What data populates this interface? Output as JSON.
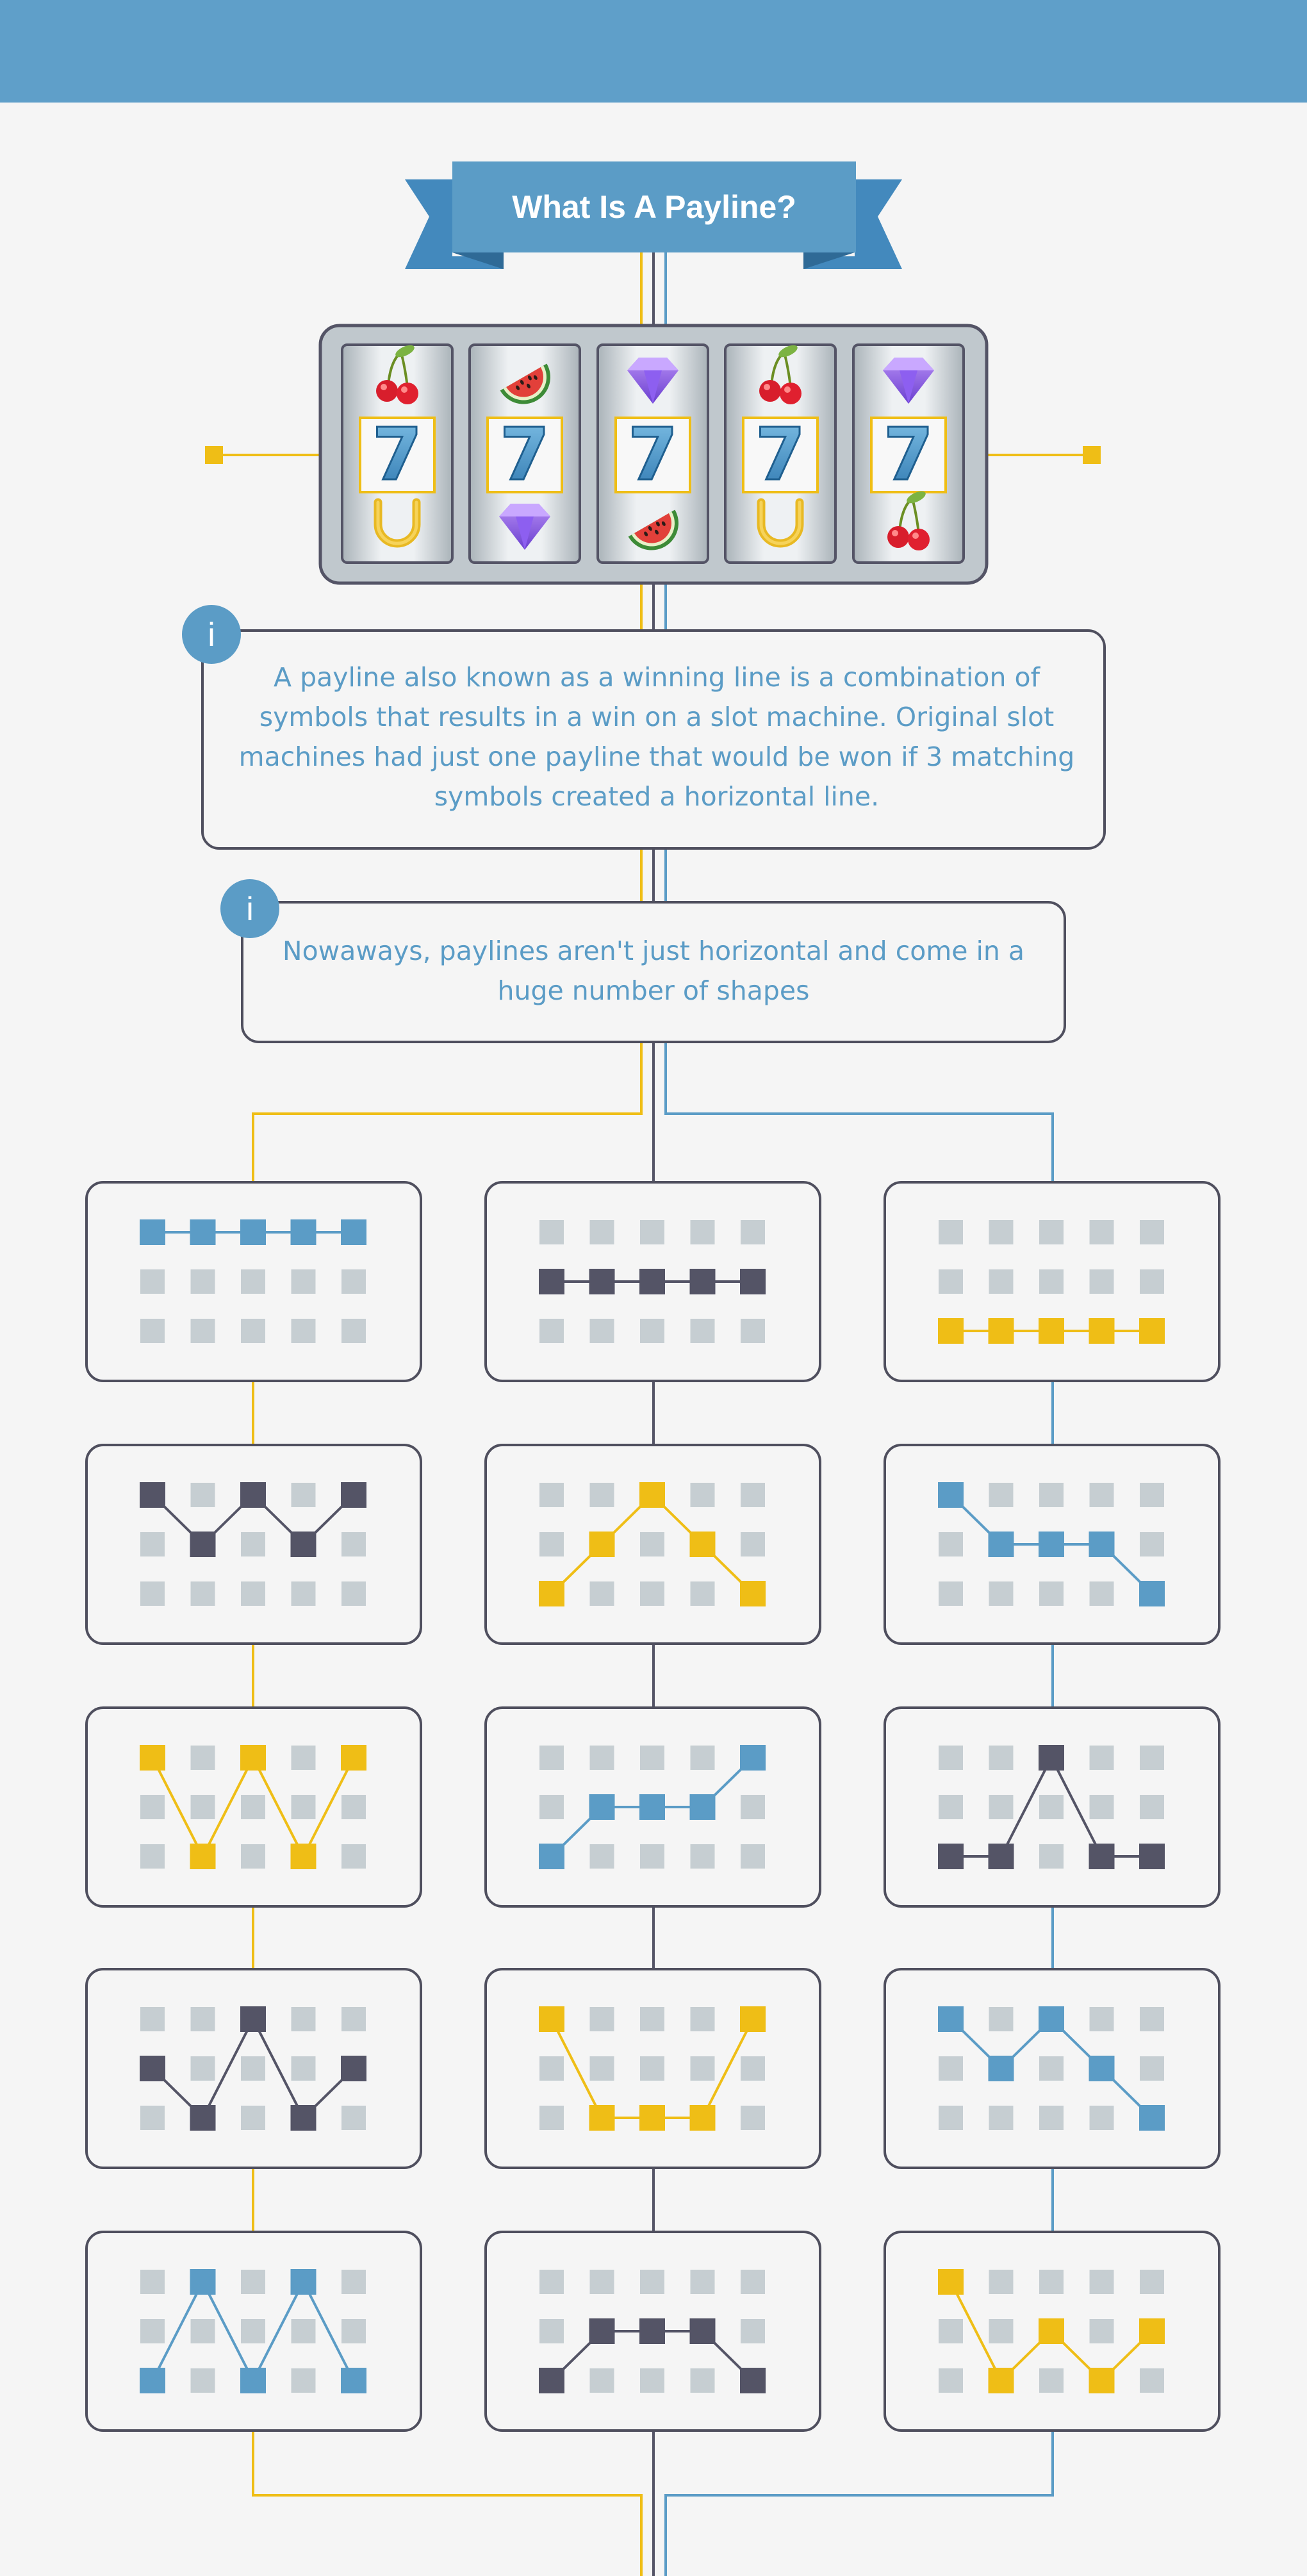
{
  "header": {
    "title": "What Is A Payline?"
  },
  "colors": {
    "header_bar": "#5f9fc9",
    "ribbon": "#5b9cc6",
    "ribbon_dark": "#3f7fae",
    "text_accent": "#5b9cc6",
    "yellow": "#efbe16",
    "blue": "#5b9cc6",
    "dark": "#545466",
    "inactive_square": "#c6ced2",
    "card_border": "#4f4f5e",
    "card_bg": "#f5f5f5"
  },
  "slot_machine": {
    "reels": [
      [
        "cherry-icon",
        "seven-icon",
        "horseshoe-icon"
      ],
      [
        "watermelon-icon",
        "seven-icon",
        "diamond-icon"
      ],
      [
        "diamond-icon",
        "seven-icon",
        "watermelon-icon"
      ],
      [
        "cherry-icon",
        "seven-icon",
        "horseshoe-icon"
      ],
      [
        "diamond-icon",
        "seven-icon",
        "cherry-icon"
      ]
    ],
    "center_symbol": "7"
  },
  "info": [
    {
      "icon": "info-icon",
      "icon_text": "i",
      "text": "A payline also known as a winning line is a combination of symbols that results in a win on a slot machine. Original slot machines had just one payline that would be won if 3 matching symbols created a horizontal line."
    },
    {
      "icon": "info-icon",
      "icon_text": "i",
      "text": "Nowaways, paylines aren't just horizontal and come in a huge number of shapes"
    }
  ],
  "paylines": [
    {
      "color": "blue",
      "rows": [
        0,
        0,
        0,
        0,
        0
      ]
    },
    {
      "color": "dark",
      "rows": [
        1,
        1,
        1,
        1,
        1
      ]
    },
    {
      "color": "yellow",
      "rows": [
        2,
        2,
        2,
        2,
        2
      ]
    },
    {
      "color": "dark",
      "rows": [
        0,
        1,
        0,
        1,
        0
      ]
    },
    {
      "color": "yellow",
      "rows": [
        2,
        1,
        0,
        1,
        2
      ]
    },
    {
      "color": "blue",
      "rows": [
        0,
        1,
        1,
        1,
        2
      ]
    },
    {
      "color": "yellow",
      "rows": [
        0,
        2,
        0,
        2,
        0
      ]
    },
    {
      "color": "blue",
      "rows": [
        2,
        1,
        1,
        1,
        0
      ]
    },
    {
      "color": "dark",
      "rows": [
        2,
        2,
        0,
        2,
        2
      ]
    },
    {
      "color": "dark",
      "rows": [
        1,
        2,
        0,
        2,
        1
      ]
    },
    {
      "color": "yellow",
      "rows": [
        0,
        2,
        2,
        2,
        0
      ]
    },
    {
      "color": "blue",
      "rows": [
        0,
        1,
        0,
        1,
        2
      ]
    },
    {
      "color": "blue",
      "rows": [
        2,
        0,
        2,
        0,
        2
      ]
    },
    {
      "color": "dark",
      "rows": [
        2,
        1,
        1,
        1,
        2
      ]
    },
    {
      "color": "yellow",
      "rows": [
        0,
        2,
        1,
        2,
        1
      ]
    }
  ]
}
